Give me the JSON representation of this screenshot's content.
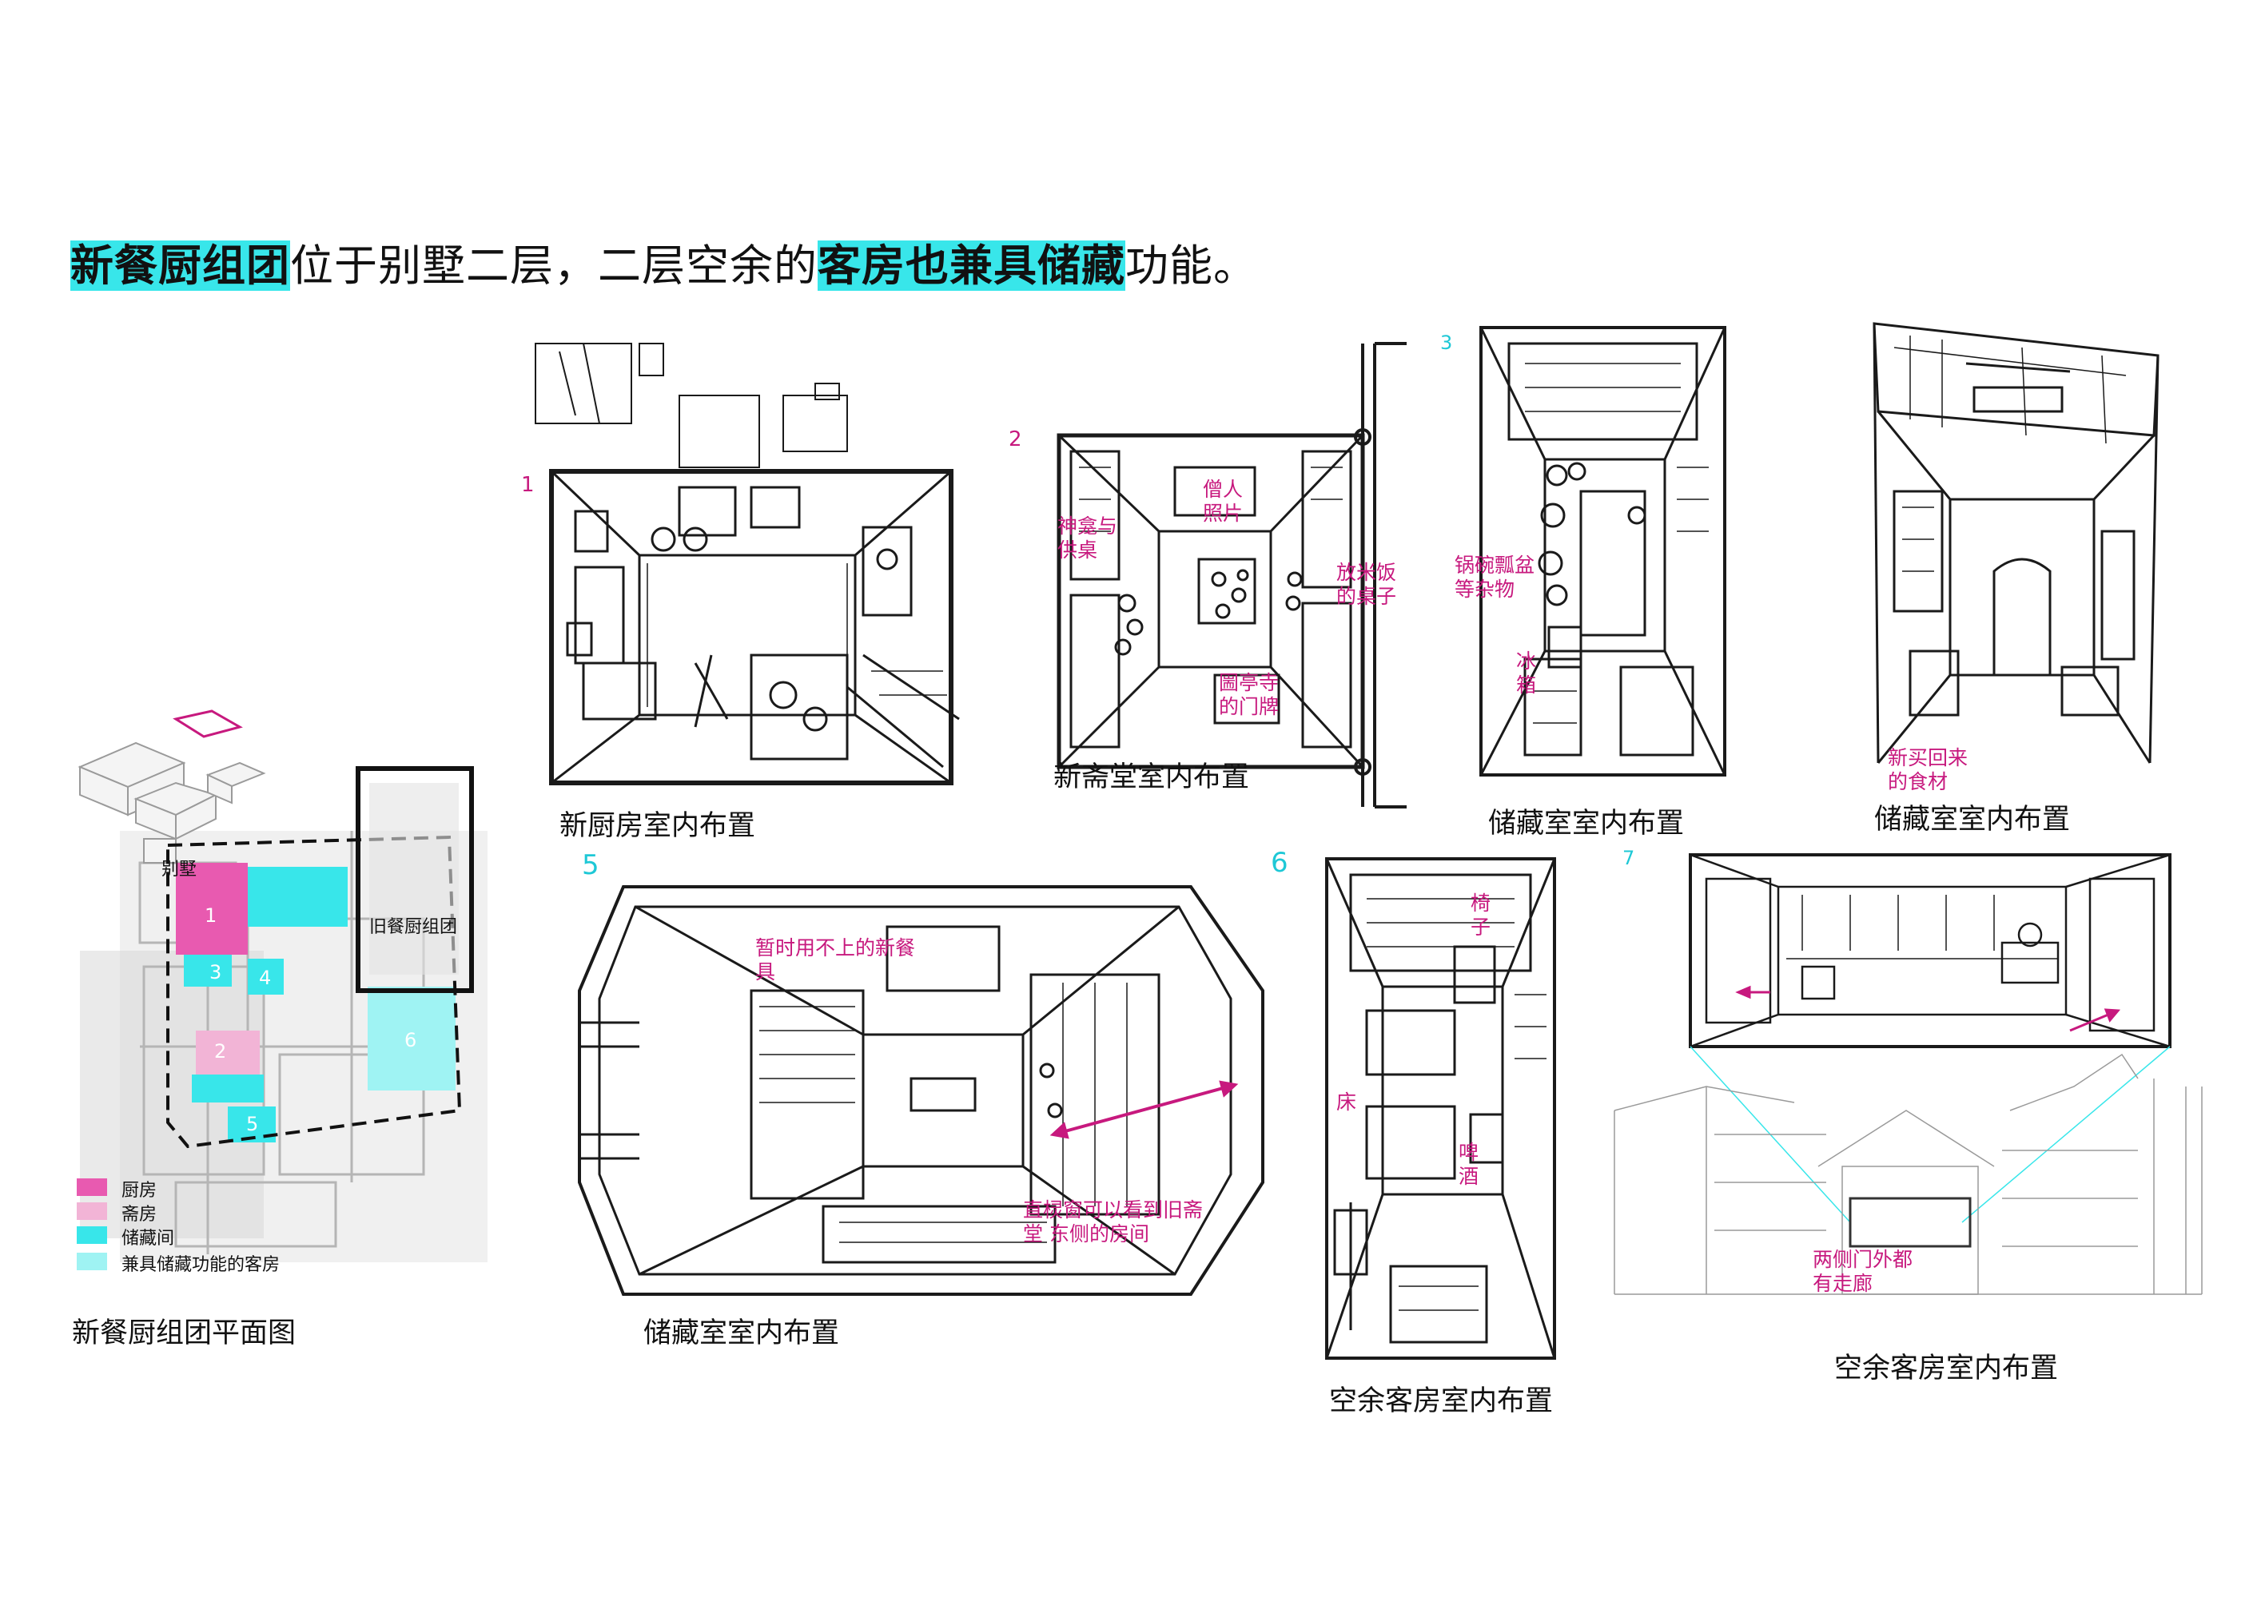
{
  "title": {
    "part1": "新餐厨组团",
    "part2": "位于别墅二层，二层空余的",
    "part3": "客房也兼具储藏",
    "part4": "功能。"
  },
  "colors": {
    "highlight": "#38e6ea",
    "kitchen": "#e85ab0",
    "study": "#f2b4d6",
    "storage": "#38e6ea",
    "guest_storage": "#9ff3f3",
    "annotation": "#c7197e",
    "number_cyan": "#1ec8d6"
  },
  "plan": {
    "caption": "新餐厨组团平面图",
    "label_villa": "别墅",
    "label_old_kitchen": "旧餐厨组团",
    "room_numbers": [
      "1",
      "2",
      "3",
      "4",
      "5",
      "6"
    ],
    "legend": [
      {
        "label": "厨房",
        "color": "#e85ab0"
      },
      {
        "label": "斋房",
        "color": "#f2b4d6"
      },
      {
        "label": "储藏间",
        "color": "#38e6ea"
      },
      {
        "label": "兼具储藏功能的客房",
        "color": "#9ff3f3"
      }
    ]
  },
  "sketches": [
    {
      "number": "1",
      "caption": "新厨房室内布置",
      "annotations": []
    },
    {
      "number": "2",
      "caption": "新斋堂室内布置",
      "annotations": [
        "僧人\n照片",
        "神龛与\n供桌",
        "放米饭\n的桌子",
        "圌亭寺\n的门牌"
      ]
    },
    {
      "number": "3",
      "caption": "储藏室室内布置",
      "annotations": [
        "锅碗瓢盆\n等杂物",
        "冰\n箱"
      ]
    },
    {
      "number": "",
      "caption": "储藏室室内布置",
      "annotations": [
        "新买回来\n的食材"
      ]
    },
    {
      "number": "5",
      "caption": "储藏室室内布置",
      "annotations": [
        "暂时用不上的新餐\n具",
        "直棂窗可以看到旧斋\n堂 东侧的房间"
      ]
    },
    {
      "number": "6",
      "caption": "空余客房室内布置",
      "annotations": [
        "椅\n子",
        "床",
        "啤\n酒"
      ]
    },
    {
      "number": "7",
      "caption": "空余客房室内布置",
      "annotations": [
        "两侧门外都\n有走廊"
      ]
    }
  ]
}
